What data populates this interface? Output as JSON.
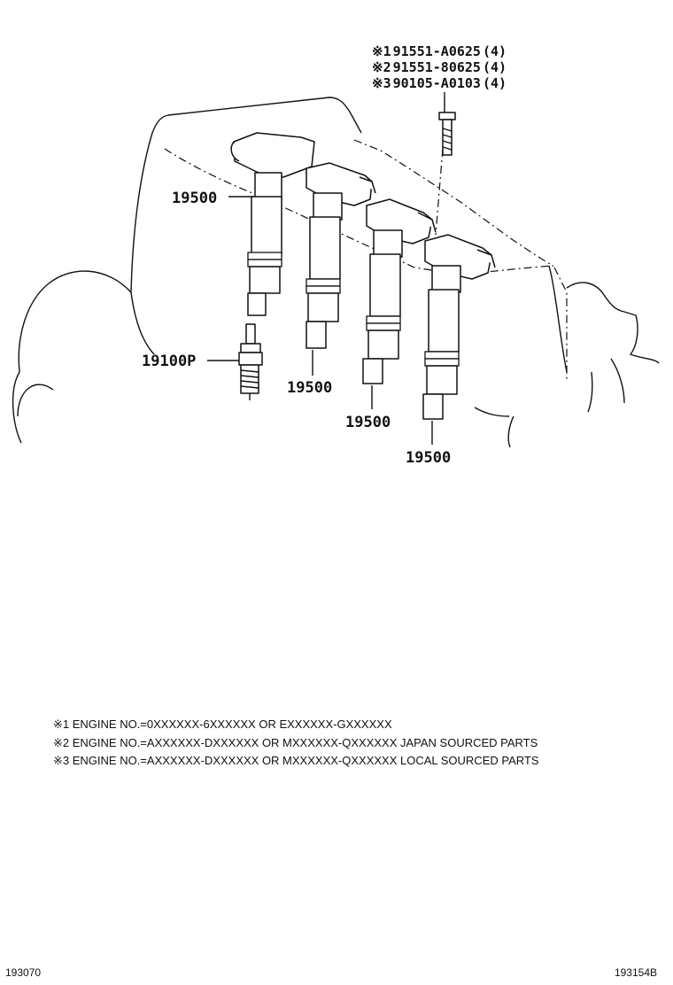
{
  "header_refs": [
    {
      "mark": "※1",
      "part": "91551-A0625",
      "qty": "(4)"
    },
    {
      "mark": "※2",
      "part": "91551-80625",
      "qty": "(4)"
    },
    {
      "mark": "※3",
      "part": "90105-A0103",
      "qty": "(4)"
    }
  ],
  "callouts": {
    "coil_1": "19500",
    "coil_2": "19500",
    "coil_3": "19500",
    "coil_4": "19500",
    "spark_plug": "19100P"
  },
  "notes": [
    "※1 ENGINE NO.=0XXXXXX-6XXXXXX OR EXXXXXX-GXXXXXX",
    "※2 ENGINE NO.=AXXXXXX-DXXXXXX OR MXXXXXX-QXXXXXX JAPAN SOURCED PARTS",
    "※3 ENGINE NO.=AXXXXXX-DXXXXXX OR MXXXXXX-QXXXXXX LOCAL SOURCED PARTS"
  ],
  "footer": {
    "left_code": "193070",
    "right_code": "193154B"
  }
}
